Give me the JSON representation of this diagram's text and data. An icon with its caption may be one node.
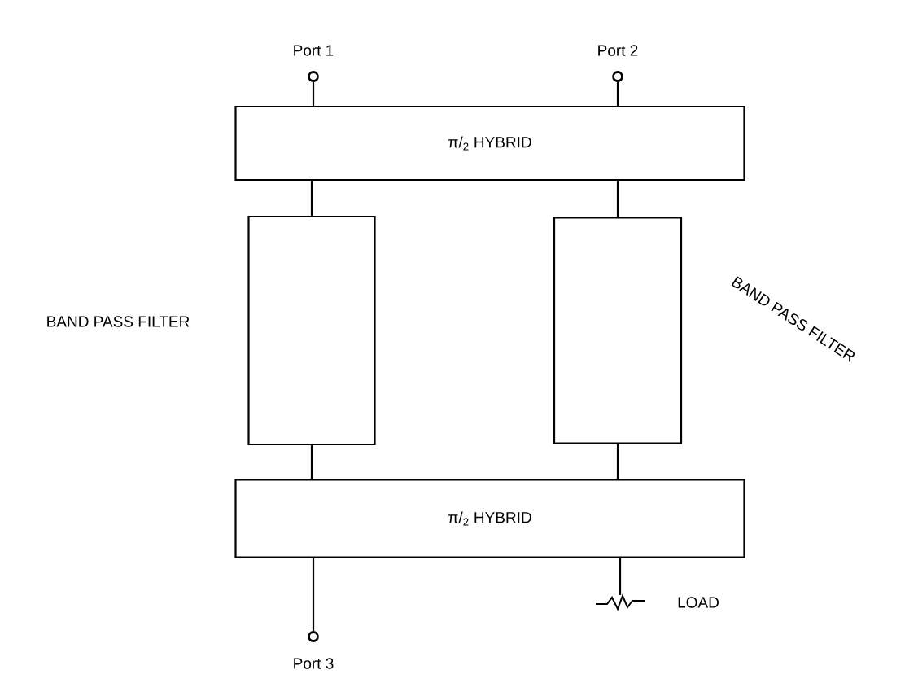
{
  "diagram": {
    "nodes": [
      {
        "text": [
          "Port 1"
        ]
      },
      {
        "text": [
          "Port 2"
        ]
      },
      {
        "text": [
          "π/$_{2}$ HYBRID"
        ]
      },
      {
        "text": [],
        "shape": "box",
        "beside": [
          "BAND PASS FILTER"
        ]
      },
      {
        "text": [],
        "shape": "box",
        "beside": [
          "BAND PASS FILTER"
        ]
      },
      {
        "text": [
          "π/$_{2}$ HYBRID"
        ]
      },
      {
        "text": [
          "Port 3"
        ]
      },
      {
        "text": [],
        "shape": "resistor",
        "beside": [
          "LOAD"
        ]
      }
    ],
    "edges": [
      {
        "from": 0,
        "to": 2,
        "arrow": "none"
      },
      {
        "from": 1,
        "to": 2,
        "arrow": "none"
      },
      {
        "from": 2,
        "to": 3,
        "arrow": "none"
      },
      {
        "from": 2,
        "to": 4,
        "arrow": "none"
      },
      {
        "from": 3,
        "to": 5,
        "arrow": "none"
      },
      {
        "from": 4,
        "to": 5,
        "arrow": "none"
      },
      {
        "from": 5,
        "to": 6,
        "arrow": "none"
      },
      {
        "from": 5,
        "to": 7,
        "arrow": "none"
      }
    ]
  }
}
